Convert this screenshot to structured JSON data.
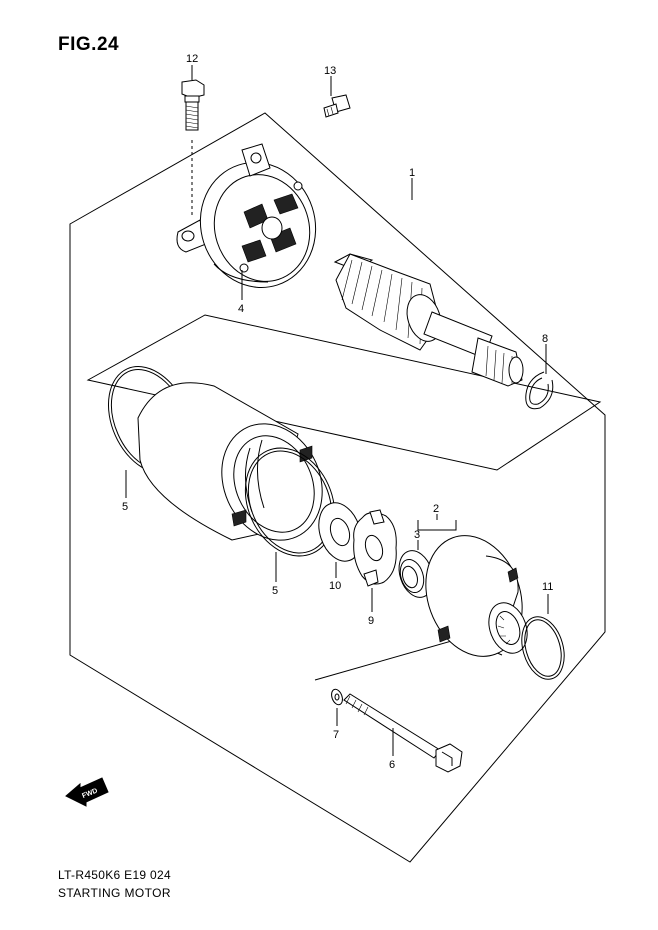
{
  "figure": {
    "title": "FIG.24",
    "model_code": "LT-R450K6 E19  024",
    "caption": "STARTING MOTOR",
    "direction_badge": "FWD"
  },
  "callouts": [
    {
      "id": "c12",
      "label": "12"
    },
    {
      "id": "c13",
      "label": "13"
    },
    {
      "id": "c1",
      "label": "1"
    },
    {
      "id": "c4",
      "label": "4"
    },
    {
      "id": "c8",
      "label": "8"
    },
    {
      "id": "c5a",
      "label": "5"
    },
    {
      "id": "c2",
      "label": "2"
    },
    {
      "id": "c3",
      "label": "3"
    },
    {
      "id": "c5b",
      "label": "5"
    },
    {
      "id": "c10",
      "label": "10"
    },
    {
      "id": "c9",
      "label": "9"
    },
    {
      "id": "c11",
      "label": "11"
    },
    {
      "id": "c7",
      "label": "7"
    },
    {
      "id": "c6",
      "label": "6"
    }
  ]
}
